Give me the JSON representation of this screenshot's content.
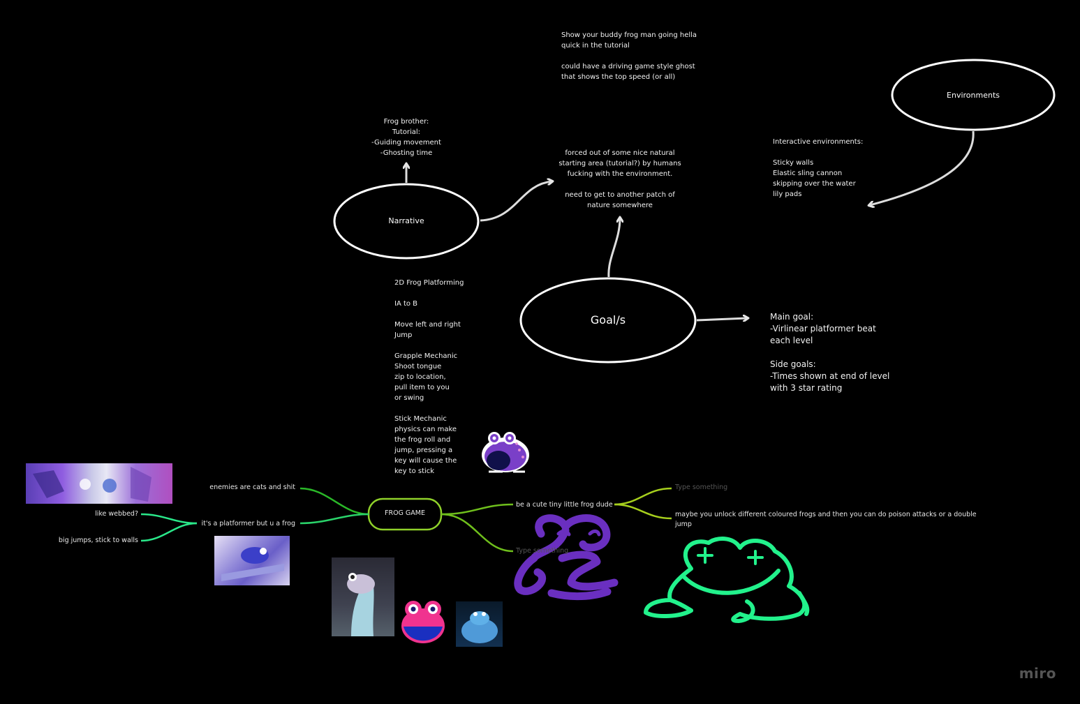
{
  "app": {
    "brand": "miro"
  },
  "colors": {
    "background": "#000000",
    "mindmap_green": "#2ad36a",
    "mindmap_lime": "#8fd12a",
    "frog_green_doodle": "#22f28c",
    "frog_purple_doodle": "#6a2fc0"
  },
  "nodes": {
    "narrative": "Narrative",
    "goals": "Goal/s",
    "environments": "Environments"
  },
  "notes": {
    "frog_brother": "Frog brother:\nTutorial:\n-Guiding movement\n-Ghosting time",
    "tutorial_ghost": "Show your buddy frog man going hella\nquick in the tutorial\n\ncould have a driving game style ghost\nthat shows the top speed (or all)",
    "story": "forced out of some nice natural\nstarting area (tutorial?) by humans\nfucking with the environment.\n\nneed to get to another patch of\nnature somewhere",
    "interactive_env": "Interactive environments:\n\nSticky walls\nElastic sling cannon\nskipping over the water\nlily pads",
    "mechanics": "2D Frog Platforming\n\nIA to B\n\nMove left and right\nJump\n\nGrapple Mechanic\nShoot tongue\nzip to location,\npull item to you\nor swing\n\nStick Mechanic\nphysics can make\nthe frog roll and\njump, pressing a\nkey will cause the\nkey to stick",
    "goals_detail": "Main goal:\n-Virlinear platformer beat\neach level\n\nSide goals:\n-Times shown at end of level\nwith 3 star rating"
  },
  "mindmap": {
    "root": "FROG GAME",
    "left": {
      "enemies": "enemies are cats and shit",
      "platformer": "it's a platformer but u a frog",
      "webbed": "like webbed?",
      "big_jumps": "big jumps, stick to walls"
    },
    "right": {
      "cute": "be a cute tiny little frog dude",
      "placeholder_1": "Type something",
      "placeholder_2": "Type something",
      "unlock": "maybe you unlock different coloured frogs and then you can do poison attacks or a double jump"
    }
  },
  "images": {
    "webbed_screenshot": "game-screenshot",
    "frog_photo_purple": "frog-photo",
    "glass_frog_photo": "frog-photo",
    "frog_face_sticker": "frog-sticker",
    "blue_frog_photo": "frog-photo",
    "purple_frog_sticker": "frog-sticker"
  }
}
